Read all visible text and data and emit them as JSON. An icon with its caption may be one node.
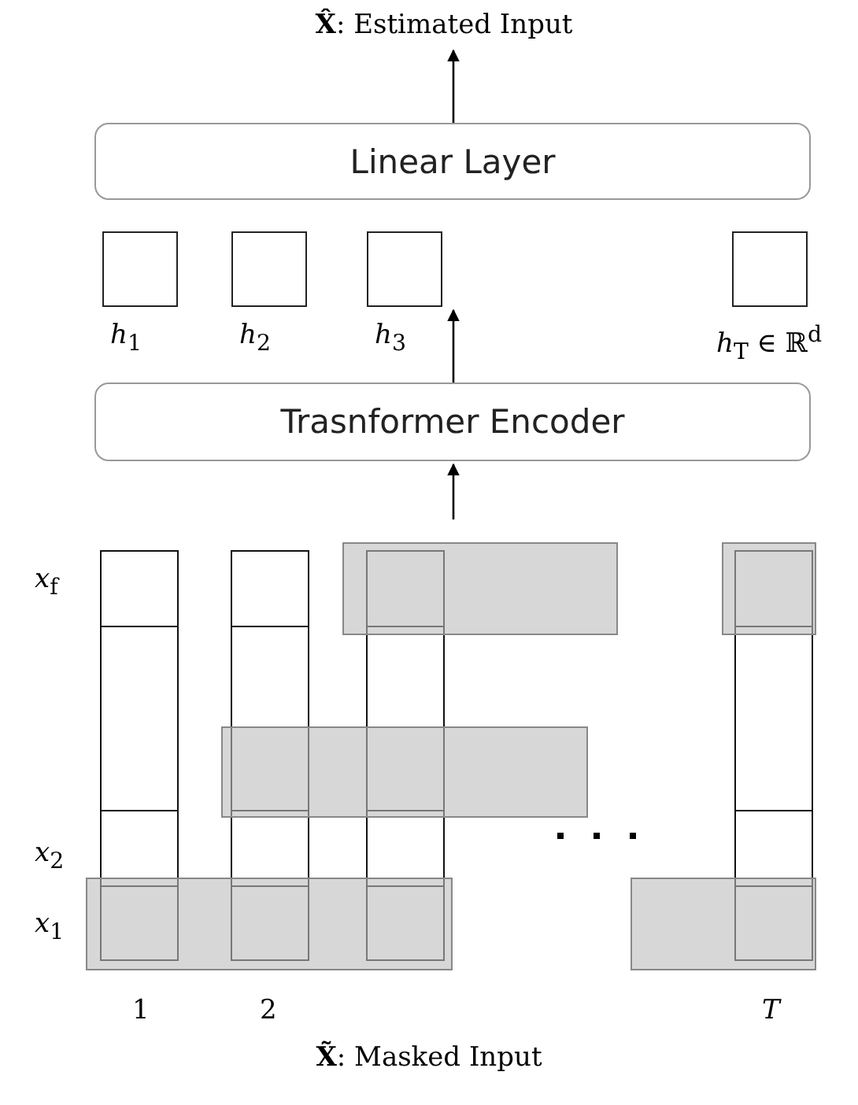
{
  "diagram": {
    "caption": "**X̃**: Masked Input",
    "nodes": [
      {
        "text": [
          "**X̂**: Estimated Input"
        ]
      },
      {
        "text": [
          "Linear Layer"
        ]
      },
      {
        "text": [],
        "shape": "box",
        "beside": [
          "*h*$_{1}$"
        ]
      },
      {
        "text": [],
        "shape": "box",
        "beside": [
          "*h*$_{2}$"
        ]
      },
      {
        "text": [],
        "shape": "box",
        "beside": [
          "*h*$_{3}$"
        ]
      },
      {
        "text": [],
        "shape": "box",
        "beside": [
          "*h*$_{T}$ ∈ ℝ$^{d}$"
        ]
      },
      {
        "text": [
          "Trasnformer Encoder"
        ]
      }
    ],
    "edges": [
      {
        "from": 1,
        "to": 0,
        "arrow": "to"
      },
      {
        "from": 6,
        "to": 4,
        "arrow": "to"
      },
      {
        "from": null,
        "to": 6,
        "arrow": "to"
      }
    ],
    "labels": [
      "*x*$_{f}$",
      "*x*$_{2}$",
      "*x*$_{1}$",
      "1",
      "2",
      "*T*"
    ]
  }
}
